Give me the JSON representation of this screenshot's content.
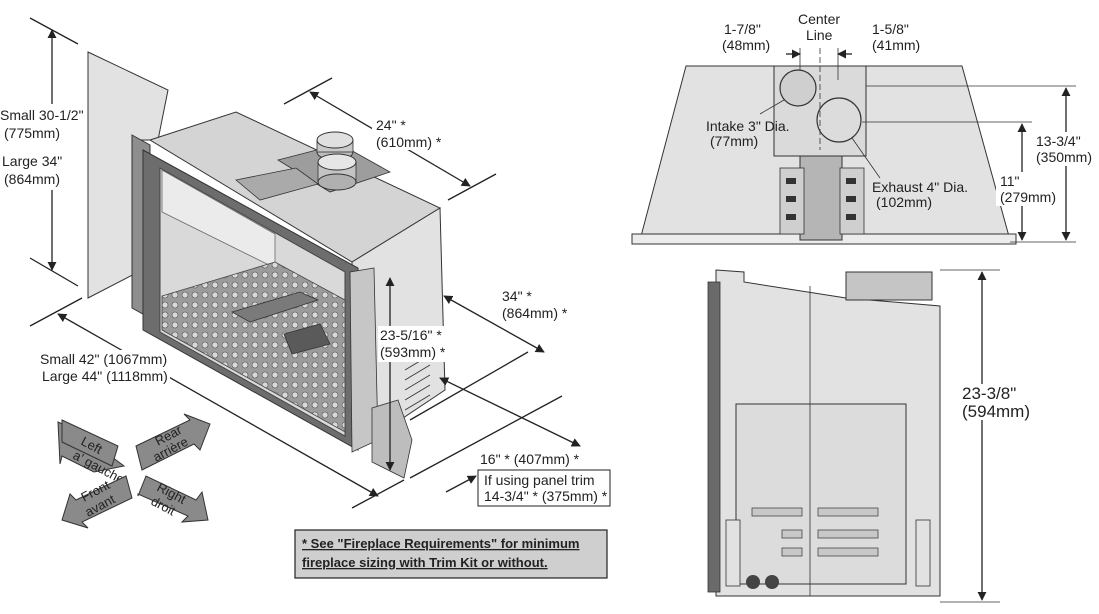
{
  "main_view": {
    "height_dim": {
      "small": "Small 30-1/2\"",
      "small_mm": "(775mm)",
      "large": "Large 34\"",
      "large_mm": "(864mm)"
    },
    "width_dim": {
      "small": "Small 42\"  (1067mm)",
      "large": "Large 44\" (1118mm)"
    },
    "top_depth_dim": {
      "line1": "24\"  *",
      "line2": "(610mm) *"
    },
    "side_depth_dim": {
      "line1": "34\" *",
      "line2": "(864mm) *"
    },
    "inner_height_dim": {
      "line1": "23-5/16\" *",
      "line2": "(593mm) *"
    },
    "bottom_depth_dim": {
      "line1": "16\" * (407mm) *"
    },
    "panel_trim_box": {
      "line1": "If using panel trim",
      "line2": "14-3/4\" * (375mm) *"
    },
    "note": {
      "line1": "* See \"Fireplace Requirements\" for minimum",
      "line2": "fireplace sizing with Trim Kit or without."
    }
  },
  "direction_arrows": {
    "left": {
      "line1": "Left",
      "line2": "a' gauche"
    },
    "rear": {
      "line1": "Rear",
      "line2": "arrière"
    },
    "front": {
      "line1": "Front",
      "line2": "avant"
    },
    "right": {
      "line1": "Right",
      "line2": "droit"
    }
  },
  "top_view": {
    "left_offset": {
      "line1": "1-7/8\"",
      "line2": "(48mm)"
    },
    "center_line": {
      "line1": "Center",
      "line2": "Line"
    },
    "right_offset": {
      "line1": "1-5/8\"",
      "line2": "(41mm)"
    },
    "intake": {
      "line1": "Intake 3\" Dia.",
      "line2": "(77mm)"
    },
    "exhaust": {
      "line1": "Exhaust 4\" Dia.",
      "line2": "(102mm)"
    },
    "height_13": {
      "line1": "13-3/4\"",
      "line2": "(350mm)"
    },
    "height_11": {
      "line1": "11\"",
      "line2": "(279mm)"
    }
  },
  "side_view": {
    "height": {
      "line1": "23-3/8\"",
      "line2": "(594mm)"
    }
  }
}
